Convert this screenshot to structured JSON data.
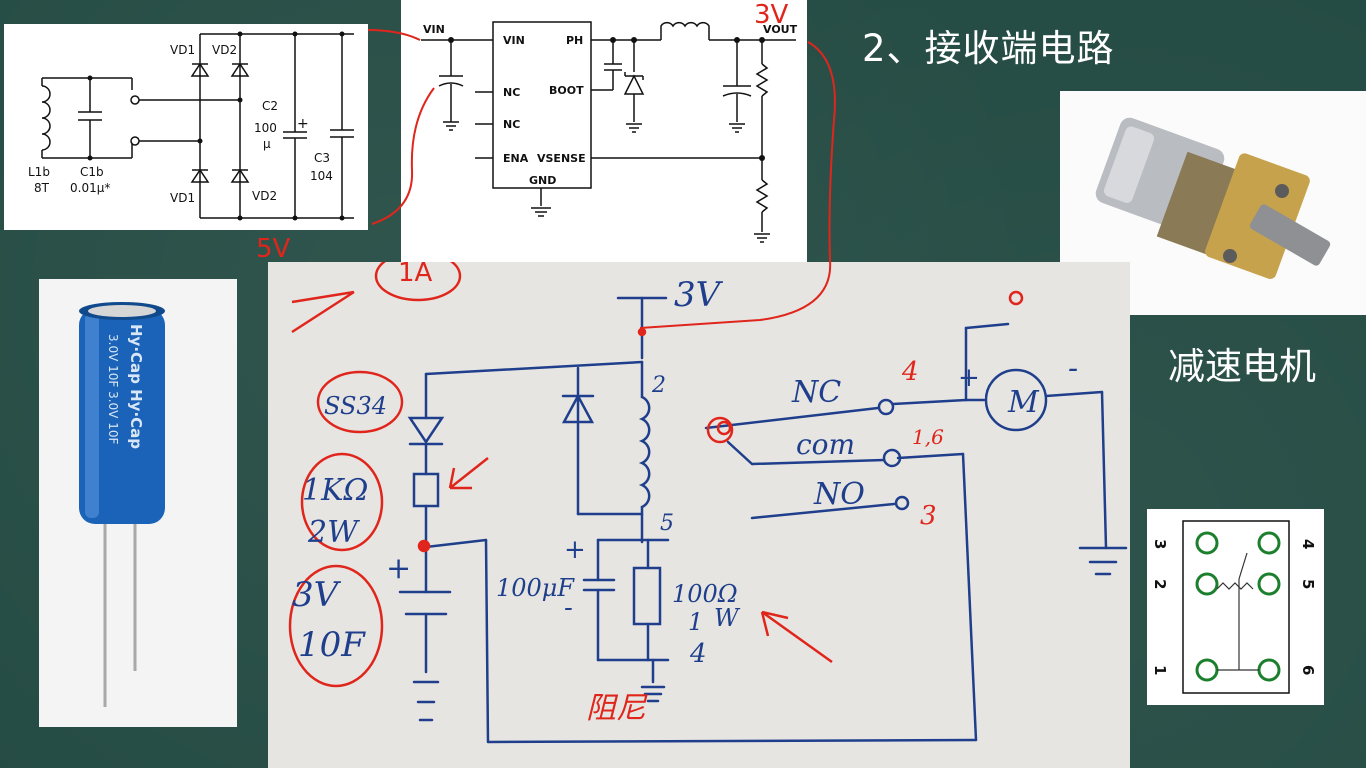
{
  "title": "2、接收端电路",
  "motor_label": "减速电机",
  "rectifier": {
    "l1b": "L1b",
    "l1b_turns": "8T",
    "c1b": "C1b",
    "c1b_value": "0.01μ*",
    "vd1_top": "VD1",
    "vd2_top": "VD2",
    "vd1_bottom": "VD1",
    "vd2_bottom": "VD2",
    "c2": "C2",
    "c2_value": "100",
    "c2_unit": "μ",
    "c2_plus": "+",
    "c3": "C3",
    "c3_value": "104"
  },
  "buck": {
    "vin_net": "VIN",
    "vout_net": "VOUT",
    "pins_left": [
      "VIN",
      "NC",
      "NC",
      "ENA"
    ],
    "pin_ph": "PH",
    "pin_boot": "BOOT",
    "pin_vsense": "VSENSE",
    "pin_gnd": "GND"
  },
  "red_notes": {
    "vout_3v": "3V",
    "in_5v": "5V",
    "current_1a": "1A"
  },
  "handdrawn": {
    "rail": "3V",
    "diode": "SS34",
    "resistor": "1KΩ",
    "resistor_power": "2W",
    "cap_voltage": "3V",
    "cap_value": "10F",
    "cap_plus": "+",
    "c100": "100μF",
    "c100_plus": "+",
    "c100_minus": "-",
    "r100": "100Ω",
    "r100_power_num": "1",
    "r100_power_unit": "W",
    "r100_power_den": "4",
    "coil_pin_2": "2",
    "coil_pin_5": "5",
    "nc": "NC",
    "com": "com",
    "no": "NO",
    "nc_pin": "4",
    "com_pin": "1,6",
    "no_pin": "3",
    "motor_plus": "+",
    "motor_minus": "-",
    "motor": "M",
    "absorb_note": "阻尼"
  },
  "relay_pins": {
    "left": [
      "3",
      "2",
      "1"
    ],
    "right": [
      "4",
      "5",
      "6"
    ]
  }
}
